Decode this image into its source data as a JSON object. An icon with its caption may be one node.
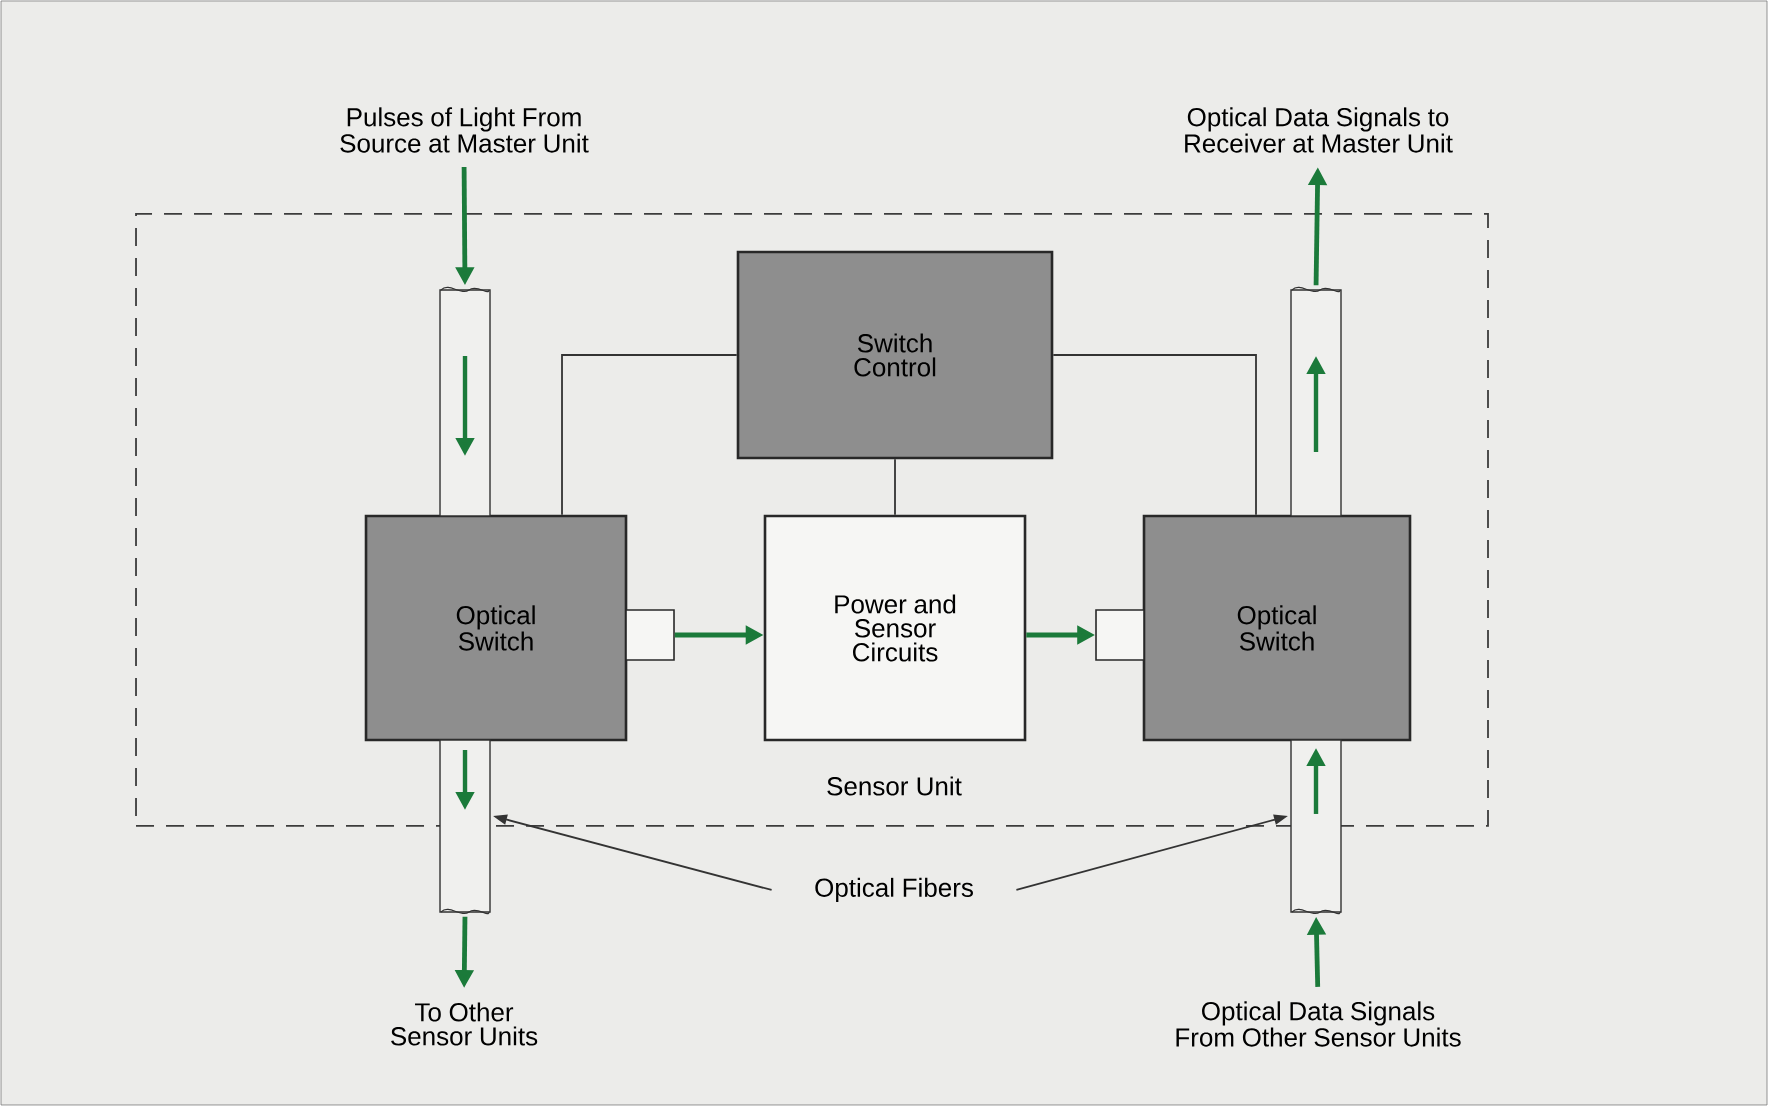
{
  "diagram": {
    "nodes": [
      {
        "text": [
          "Sensor Unit"
        ]
      },
      {
        "text": [
          "Switch Control"
        ],
        "in": 0
      },
      {
        "text": [
          "Optical Switch"
        ],
        "in": 0
      },
      {
        "text": [
          "Power and Sensor Circuits"
        ],
        "in": 0
      },
      {
        "text": [
          "Optical Switch"
        ],
        "in": 0
      },
      {
        "text": [
          "Pulses of Light From Source at Master Unit"
        ]
      },
      {
        "text": [
          "Optical Data Signals to Receiver at Master Unit"
        ]
      },
      {
        "text": [
          "To Other Sensor Units"
        ]
      },
      {
        "text": [
          "Optical Data Signals From Other Sensor Units"
        ]
      },
      {
        "text": [
          "Optical Fibers"
        ]
      },
      {
        "text": [],
        "shape": "cylinder",
        "in": 0
      },
      {
        "text": [],
        "shape": "cylinder"
      },
      {
        "text": [],
        "shape": "cylinder",
        "in": 0
      },
      {
        "text": [],
        "shape": "cylinder"
      },
      {
        "text": [],
        "shape": "box",
        "in": 0
      },
      {
        "text": [],
        "shape": "box",
        "in": 0
      }
    ],
    "edges": [
      {
        "from": 5,
        "to": 10,
        "arrow": "to",
        "color": "#1b7a3a"
      },
      {
        "from": 11,
        "to": 7,
        "arrow": "to",
        "color": "#1b7a3a"
      },
      {
        "from": 12,
        "to": 6,
        "arrow": "to",
        "color": "#1b7a3a"
      },
      {
        "from": 8,
        "to": 13,
        "arrow": "to",
        "color": "#1b7a3a"
      },
      {
        "from": 14,
        "to": 3,
        "arrow": "to",
        "color": "#1b7a3a"
      },
      {
        "from": 3,
        "to": 15,
        "arrow": "to",
        "color": "#1b7a3a"
      },
      {
        "from": 1,
        "to": 2,
        "arrow": "none",
        "color": "#333333"
      },
      {
        "from": 1,
        "to": 4,
        "arrow": "none",
        "color": "#333333"
      },
      {
        "from": 1,
        "to": 3,
        "arrow": "none",
        "color": "#333333"
      },
      {
        "from": 9,
        "to": 11,
        "arrow": "to",
        "color": "#333333"
      },
      {
        "from": 9,
        "to": 13,
        "arrow": "to",
        "color": "#333333"
      }
    ]
  }
}
